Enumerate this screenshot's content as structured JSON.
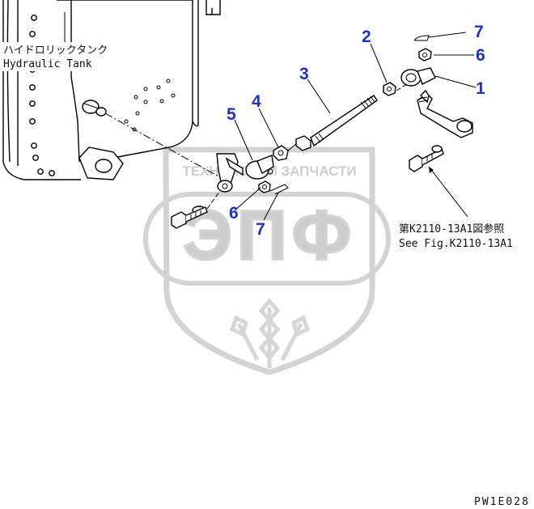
{
  "tank_label": {
    "japanese": "ハイドロリックタンク",
    "english": "Hydraulic Tank"
  },
  "reference_note": {
    "japanese": "第K2110-13A1図参照",
    "english": "See Fig.K2110-13A1"
  },
  "drawing_code": "PW1E028",
  "watermark": {
    "caption": "ТЕХНОЛОГИИ ЗАПЧАСТИ",
    "letters": "ЭПФ"
  },
  "callouts": [
    {
      "id": "callout-1",
      "text": "1"
    },
    {
      "id": "callout-2",
      "text": "2"
    },
    {
      "id": "callout-3",
      "text": "3"
    },
    {
      "id": "callout-4",
      "text": "4"
    },
    {
      "id": "callout-5",
      "text": "5"
    },
    {
      "id": "callout-6a",
      "text": "6"
    },
    {
      "id": "callout-6b",
      "text": "6"
    },
    {
      "id": "callout-7a",
      "text": "7"
    },
    {
      "id": "callout-7b",
      "text": "7"
    }
  ],
  "colors": {
    "callout": "#1d2fd6",
    "watermark": "#c8c8c8",
    "line": "#000000"
  }
}
